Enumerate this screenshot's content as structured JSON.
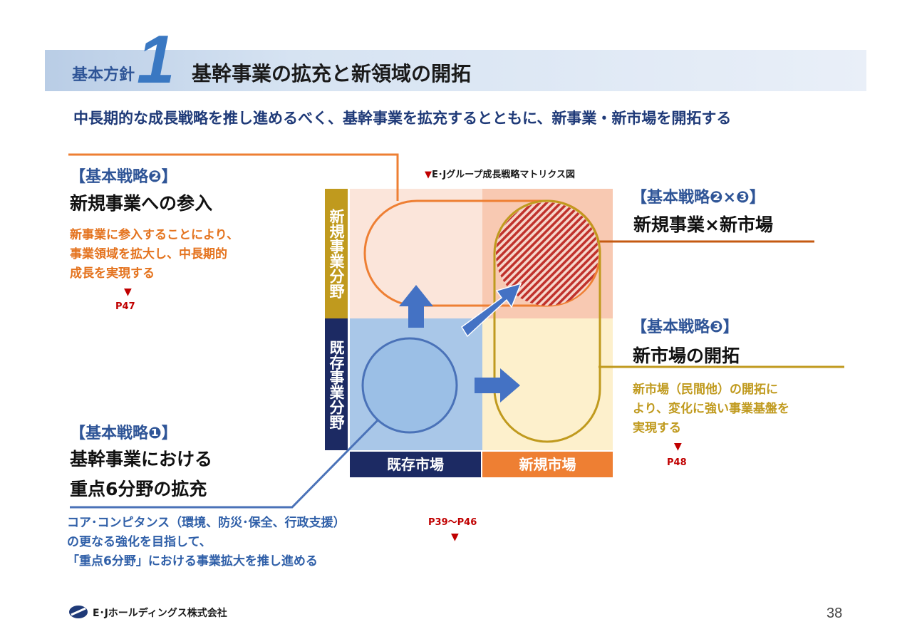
{
  "header": {
    "label": "基本方針",
    "number": "1",
    "title": "基幹事業の拡充と新領域の開拓"
  },
  "subtitle": "中長期的な成長戦略を推し進めるべく、基幹事業を拡充するとともに、新事業・新市場を開拓する",
  "matrix": {
    "title": "E･Jグループ成長戦略マトリクス図",
    "vertical_labels": {
      "new_business": "新規事業分野",
      "existing_business": "既存事業分野"
    },
    "horizontal_labels": {
      "existing_market": "既存市場",
      "new_market": "新規市場"
    }
  },
  "strategy2": {
    "head": "【基本戦略❷】",
    "title": "新規事業への参入",
    "desc": [
      "新事業に参入することにより、",
      "事業領域を拡大し、中長期的",
      "成長を実現する"
    ],
    "ref": "P47"
  },
  "strategy23": {
    "head": "【基本戦略❷×❸】",
    "title": "新規事業×新市場"
  },
  "strategy3": {
    "head": "【基本戦略❸】",
    "title": "新市場の開拓",
    "desc": [
      "新市場（民間他）の開拓に",
      "より、変化に強い事業基盤を",
      "実現する"
    ],
    "ref": "P48"
  },
  "strategy1": {
    "head": "【基本戦略❶】",
    "title_lines": [
      "基幹事業における",
      "重点6分野の拡充"
    ],
    "desc": [
      "コア･コンピタンス（環境、防災･保全、行政支援）",
      "の更なる強化を目指して、",
      "「重点6分野」における事業拡大を推し進める"
    ],
    "ref": "P39～P46"
  },
  "footer": {
    "company": "E･Jホールディングス株式会社",
    "page": "38"
  },
  "colors": {
    "navy": "#1c2a63",
    "orange": "#ee7f33",
    "gold": "#c09a1e",
    "blue": "#2f5597",
    "red": "#c00000"
  }
}
